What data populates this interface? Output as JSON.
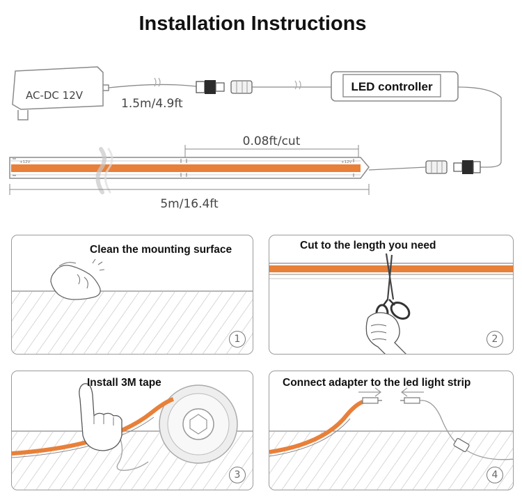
{
  "title": "Installation Instructions",
  "top": {
    "adapter_label": "AC-DC 12V",
    "cable_length": "1.5m/4.9ft",
    "controller_label": "LED controller",
    "cut_interval": "0.08ft/cut",
    "strip_length": "5m/16.4ft",
    "strip_marking": "+12V"
  },
  "steps": [
    {
      "caption": "Clean the mounting surface",
      "number": "1"
    },
    {
      "caption": "Cut to the length you need",
      "number": "2"
    },
    {
      "caption": "Install 3M tape",
      "number": "3"
    },
    {
      "caption": "Connect adapter to the led light strip",
      "number": "4"
    }
  ],
  "colors": {
    "strip": "#e8803a",
    "outline": "#8a8a8a",
    "hatch": "#bdbdbd",
    "connector": "#333333"
  }
}
